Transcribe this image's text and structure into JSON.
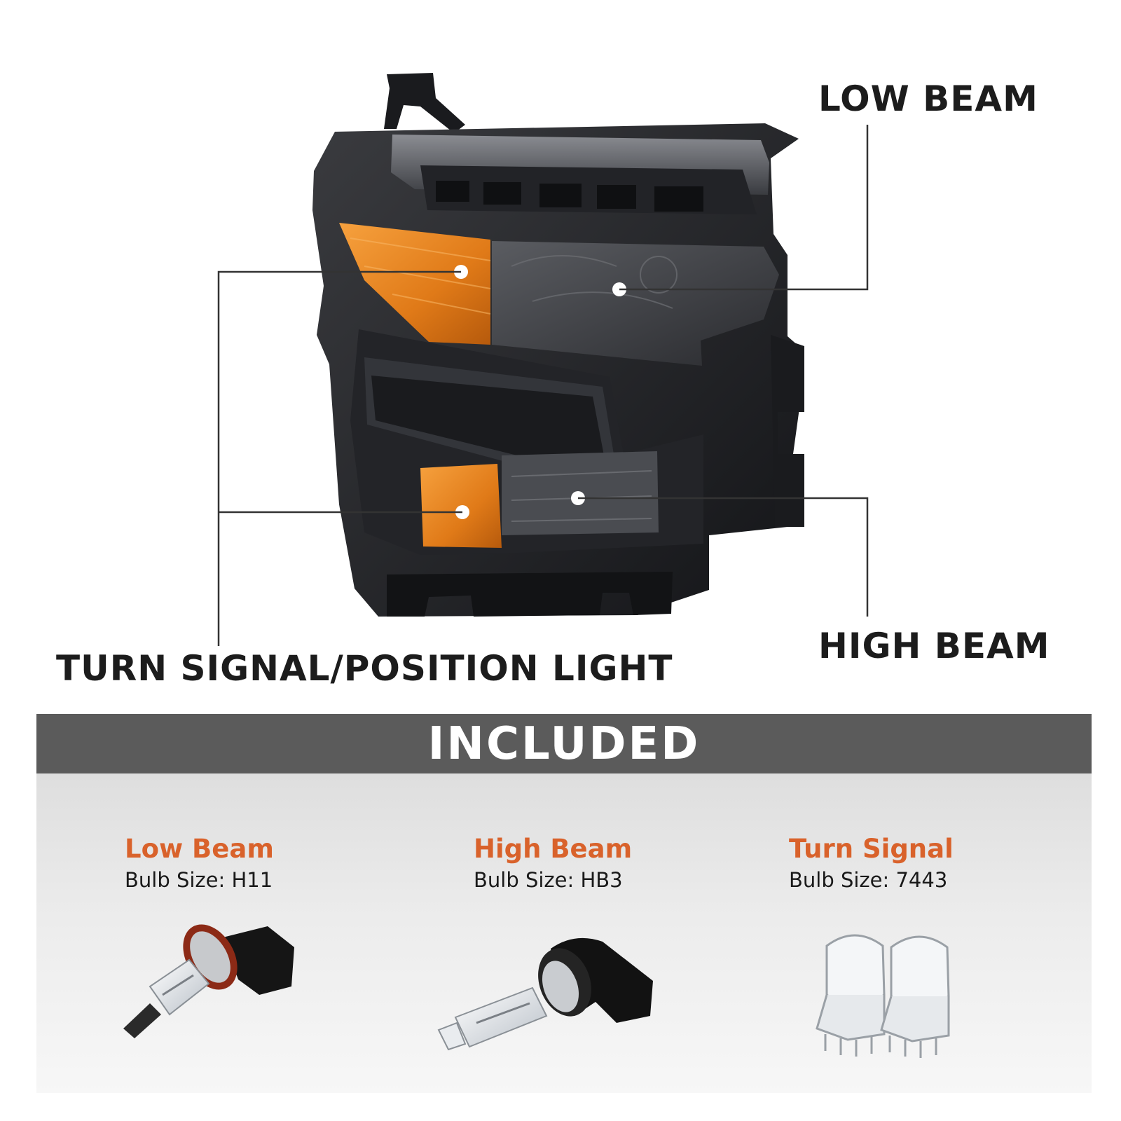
{
  "callouts": {
    "low_beam": "LOW BEAM",
    "high_beam": "HIGH BEAM",
    "turn_signal": "TURN SIGNAL/POSITION LIGHT"
  },
  "included": {
    "heading": "INCLUDED",
    "items": [
      {
        "title": "Low Beam",
        "bulb": "Bulb Size: H11"
      },
      {
        "title": "High Beam",
        "bulb": "Bulb Size: HB3"
      },
      {
        "title": "Turn Signal",
        "bulb": "Bulb Size: 7443"
      }
    ]
  },
  "colors": {
    "accent": "#d9622b",
    "banner": "#5b5b5b",
    "amber_lens": "#e8861f",
    "housing": "#1e1f22"
  },
  "icons": [
    "headlight-assembly-image",
    "h11-bulb-icon",
    "hb3-bulb-icon",
    "7443-bulb-icon"
  ]
}
